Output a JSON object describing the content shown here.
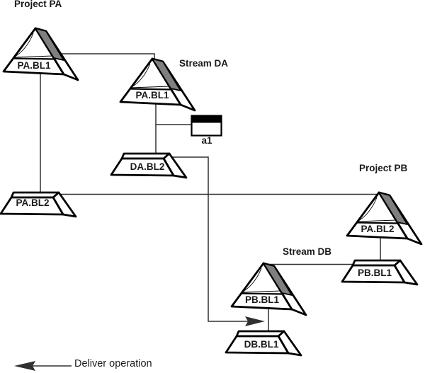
{
  "colors": {
    "background": "#ffffff",
    "stroke": "#000000",
    "connector": "#303030",
    "shade": "#7f7f7f",
    "text": "#1a1a1a"
  },
  "nodes": {
    "project_pa": {
      "title": "Project PA",
      "baseline": "PA.BL1"
    },
    "stream_da": {
      "title": "Stream DA",
      "baseline": "PA.BL1"
    },
    "activity": {
      "label": "a1"
    },
    "da_bl2": {
      "label": "DA.BL2"
    },
    "pa_bl2": {
      "label": "PA.BL2"
    },
    "project_pb": {
      "title": "Project PB",
      "baseline": "PA.BL2"
    },
    "pb_bl1": {
      "label": "PB.BL1"
    },
    "stream_db": {
      "title": "Stream DB",
      "baseline": "PB.BL1"
    },
    "db_bl1": {
      "label": "DB.BL1"
    }
  },
  "legend": {
    "deliver": "Deliver operation"
  }
}
